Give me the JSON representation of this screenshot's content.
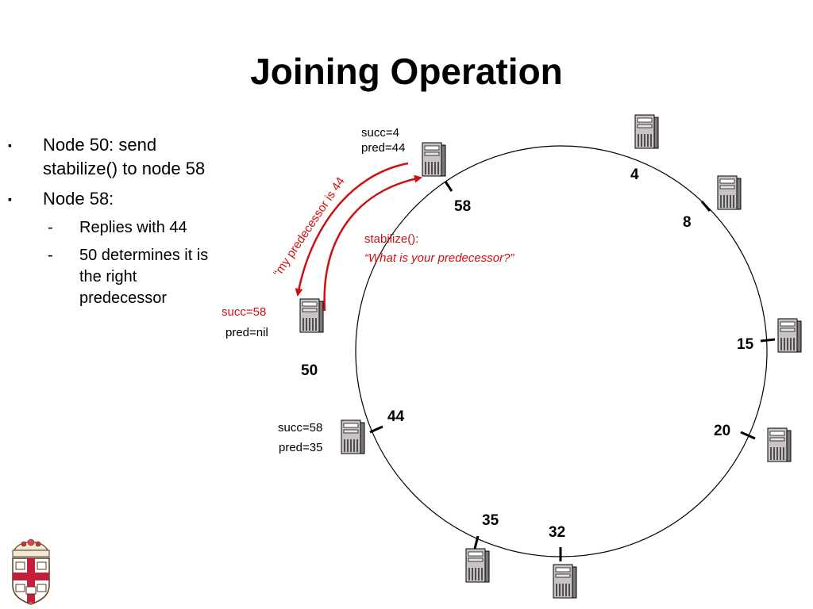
{
  "title": "Joining Operation",
  "bullets": [
    {
      "text": "Node 50: send stabilize() to node 58",
      "subs": []
    },
    {
      "text": "Node 58:",
      "subs": [
        "Replies with 44",
        "50 determines it is the right predecessor"
      ]
    }
  ],
  "bullet_mark": "▪",
  "sub_mark": "-",
  "nodes": {
    "n4": "4",
    "n8": "8",
    "n15": "15",
    "n20": "20",
    "n32": "32",
    "n35": "35",
    "n44": "44",
    "n50": "50",
    "n58": "58"
  },
  "labels": {
    "n58_succ": "succ=4",
    "n58_pred": "pred=44",
    "n50_succ": "succ=58",
    "n50_pred": "pred=nil",
    "n44_succ": "succ=58",
    "n44_pred": "pred=35",
    "stabilize_call": "stabilize():",
    "stabilize_question": "“What is your predecessor?”",
    "reply": "“my predecessor is 44"
  },
  "colors": {
    "accent": "#d01010",
    "text": "#000000"
  }
}
